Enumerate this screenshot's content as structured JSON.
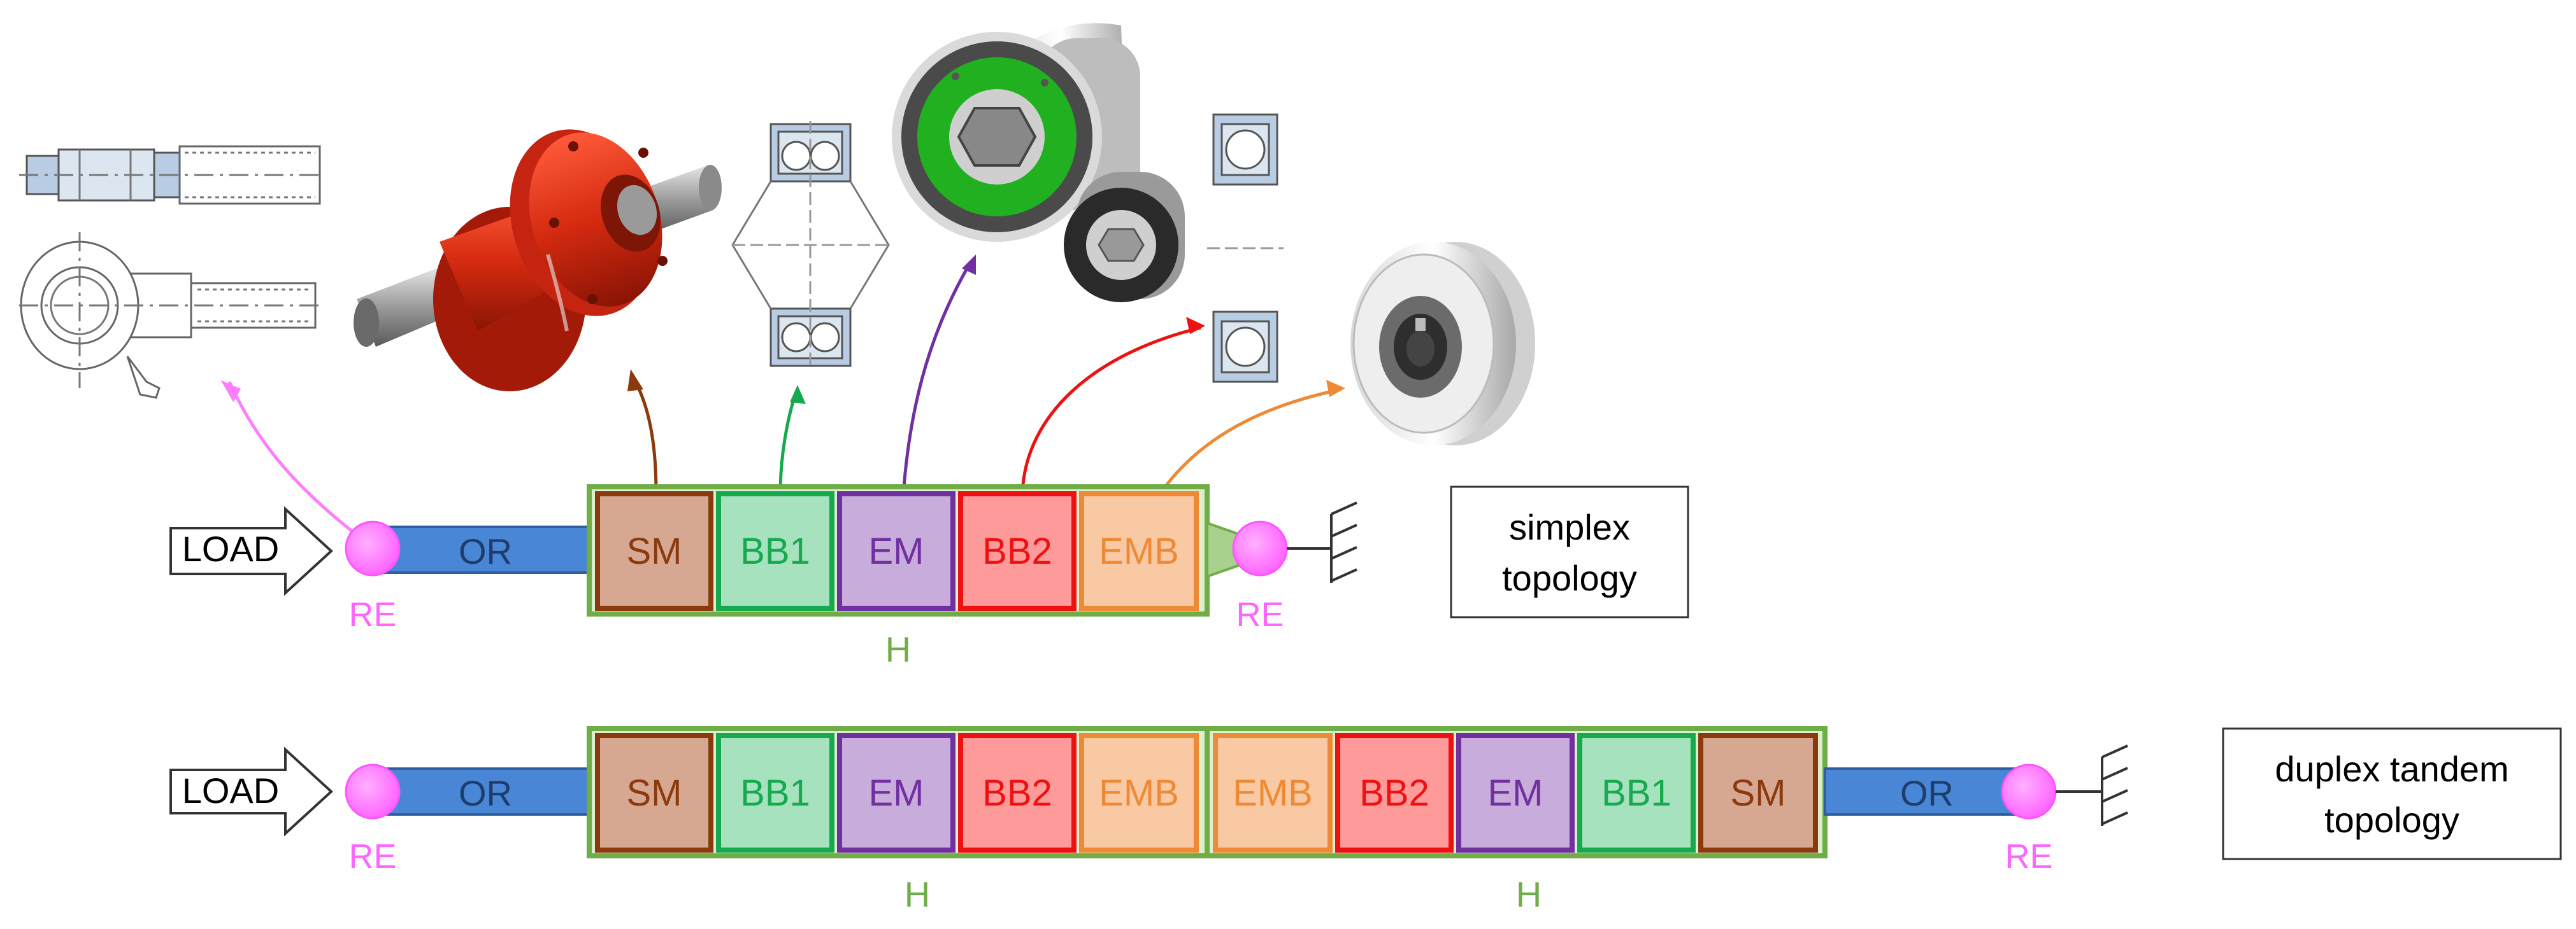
{
  "simplex": {
    "load": "LOAD",
    "rod": "OR",
    "blocks": [
      "SM",
      "BB1",
      "EM",
      "BB2",
      "EMB"
    ],
    "re_left": "RE",
    "re_right": "RE",
    "housing": "H",
    "title_line1": "simplex",
    "title_line2": "topology"
  },
  "duplex": {
    "load": "LOAD",
    "rod_left": "OR",
    "rod_right": "OR",
    "blocks": [
      "SM",
      "BB1",
      "EM",
      "BB2",
      "EMB",
      "EMB",
      "BB2",
      "EM",
      "BB1",
      "SM"
    ],
    "re_left": "RE",
    "re_right": "RE",
    "housing_left": "H",
    "housing_right": "H",
    "title_line1": "duplex tandem",
    "title_line2": "topology"
  },
  "colors": {
    "SM": "#d6a892",
    "SM_border": "#8b3a0e",
    "BB1": "#a6e2bd",
    "BB1_border": "#17a94e",
    "EM": "#c8acdc",
    "EM_border": "#7030a0",
    "BB2": "#ff9a9a",
    "BB2_border": "#ee1111",
    "EMB": "#f9c9a4",
    "EMB_border": "#ee8a36",
    "housing": "#70ad47",
    "rod": "#4a86d6",
    "re": "#ff7dff",
    "re_text": "#ff66ff"
  },
  "icons": [
    "rod-end-drawing-icon",
    "roller-screw-icon",
    "double-ball-bearing-icon",
    "electric-motor-icon",
    "single-ball-bearing-icon",
    "electromagnetic-brake-icon"
  ]
}
